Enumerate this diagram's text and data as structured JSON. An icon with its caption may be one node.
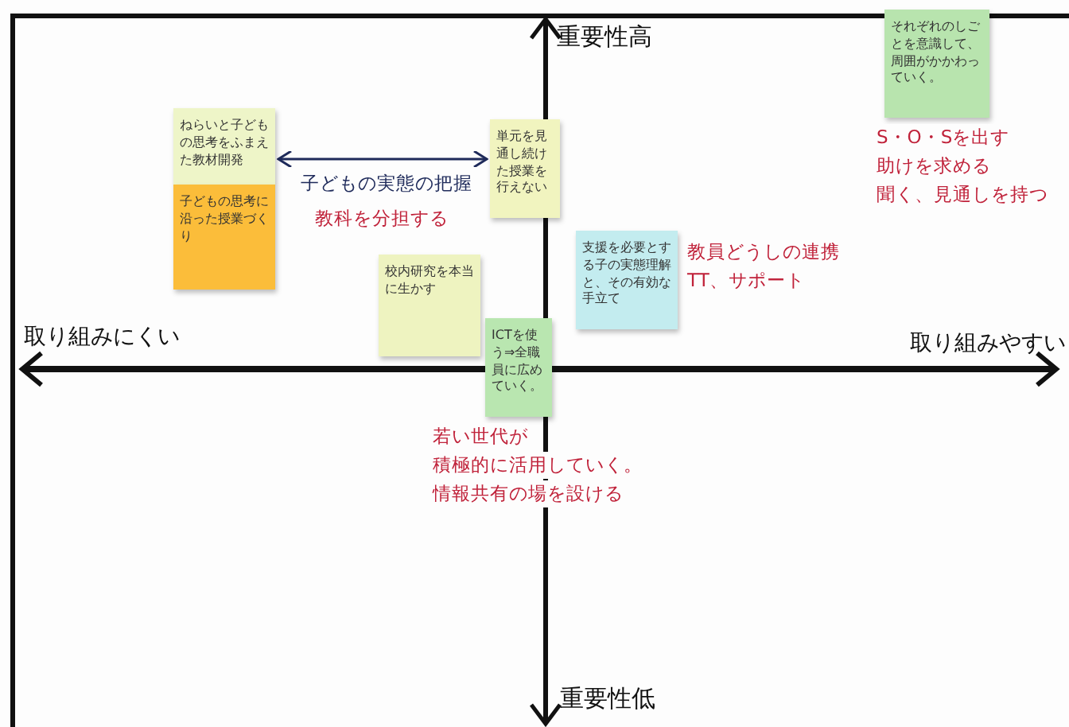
{
  "diagram": {
    "nodes": [
      {
        "text": [
          "ねらいと子どもの思考をふまえた教材開発"
        ]
      },
      {
        "text": [
          "子どもの思考に沿った授業づくり"
        ]
      },
      {
        "text": [
          "単元を見通し続けた授業を行えない"
        ]
      },
      {
        "text": [
          "校内研究を本当に生かす"
        ]
      },
      {
        "text": [
          "支援を必要とする子の実態理解と、その有効な手立て"
        ],
        "beside": [
          "教員どうしの連携",
          "TT、サポート"
        ]
      },
      {
        "text": [
          "ICTを使う⇒全職員に広めていく。"
        ],
        "beside": [
          "若い世代が",
          "積極的に活用していく。",
          "情報共有の場を設ける"
        ]
      },
      {
        "text": [
          "それぞれのしごとを意識して、周囲がかかわっていく。"
        ],
        "beside": [
          "S・O・Sを出す",
          "助けを求める",
          "聞く、見通しを持つ"
        ]
      }
    ],
    "edges": [
      {
        "from": 0,
        "to": 2,
        "arrow": "both",
        "label": "子どもの実態の把握"
      }
    ],
    "labels": [
      "重要性高",
      "教科を分担する",
      "取り組みにくい",
      "取り組みやすい",
      "重要性低"
    ]
  }
}
